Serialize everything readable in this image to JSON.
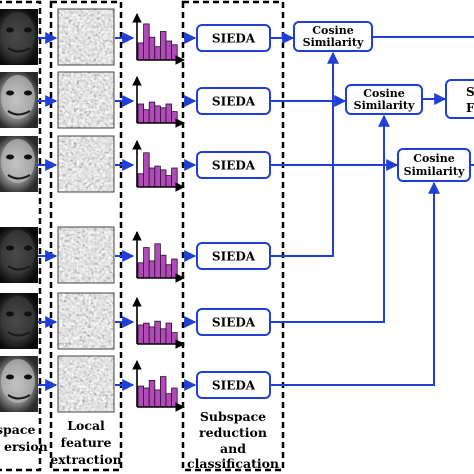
{
  "colors": {
    "accent": "#1f3fd6",
    "histogram": "#b04bb8",
    "histogram_outline": "#2a0a2e",
    "ink": "#000000"
  },
  "blocks": {
    "sieda": "SIEDA",
    "cosine_line1": "Cosine",
    "cosine_line2": "Similarity",
    "fusion_partial_1": "S",
    "fusion_partial_2": "F"
  },
  "captions": {
    "col1_line1": "space",
    "col1_line2": "ersion",
    "col2_line1": "Local",
    "col2_line2": "feature",
    "col2_line3": "extraction",
    "col4_line1": "Subspace",
    "col4_line2": "reduction",
    "col4_line3": "and",
    "col4_line4": "classification"
  },
  "icons": {
    "face_image": "face-photo-icon",
    "texture_image": "texture-map-icon",
    "histogram": "histogram-icon"
  }
}
